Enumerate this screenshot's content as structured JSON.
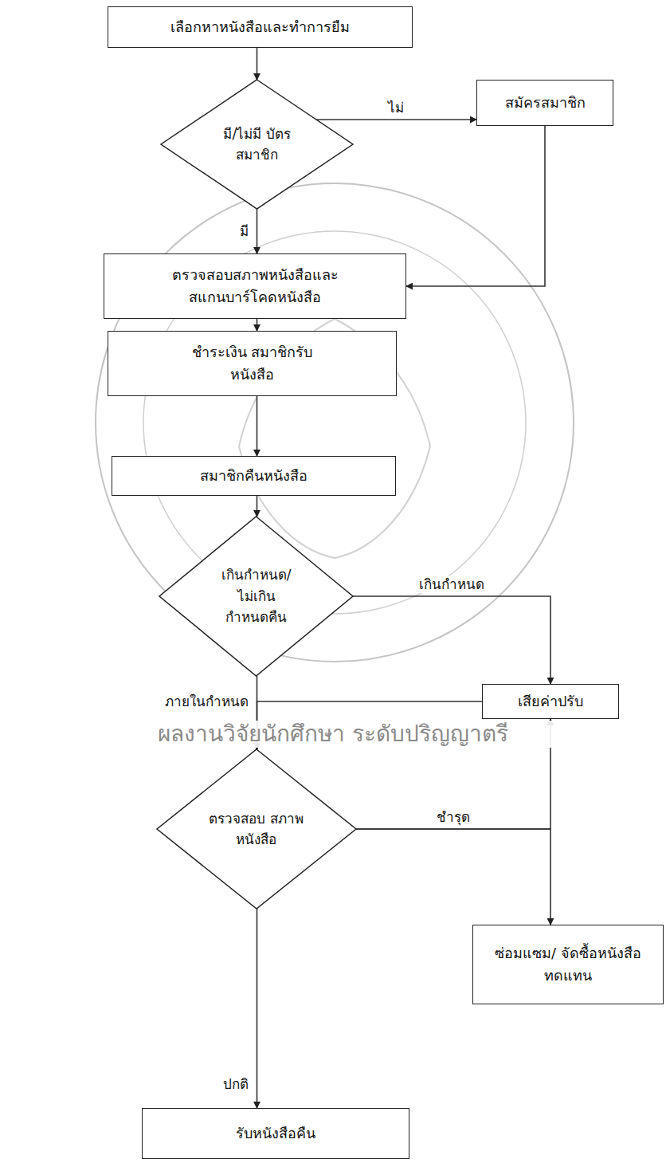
{
  "diagram": {
    "nodes": [
      {
        "text": [
          "เลือกหาหนังสือและทำการยืม"
        ]
      },
      {
        "text": [
          "มี/ไม่มี บัตรสมาชิก"
        ]
      },
      {
        "text": [
          "สมัครสมาชิก"
        ]
      },
      {
        "text": [
          "ตรวจสอบสภาพหนังสือและ สแกนบาร์โคดหนังสือ"
        ]
      },
      {
        "text": [
          "ชำระเงิน สมาชิกรับหนังสือ"
        ]
      },
      {
        "text": [
          "สมาชิกคืนหนังสือ"
        ]
      },
      {
        "text": [
          "เกินกำหนด/ ไม่เกิน กำหนดคืน"
        ]
      },
      {
        "text": [
          "เสียค่าปรับ"
        ]
      },
      {
        "text": [
          "ตรวจสอบ สภาพหนังสือ"
        ]
      },
      {
        "text": [
          "ซ่อมแซม/ จัดซื้อหนังสือทดแทน"
        ]
      },
      {
        "text": [
          "รับหนังสือคืน"
        ]
      }
    ],
    "edges": [
      {
        "from": 0,
        "to": 1,
        "arrow": "to"
      },
      {
        "from": 1,
        "to": 2,
        "label": "ไม่",
        "arrow": "to"
      },
      {
        "from": 1,
        "to": 3,
        "label": "มี",
        "arrow": "to"
      },
      {
        "from": 2,
        "to": 3,
        "arrow": "to"
      },
      {
        "from": 3,
        "to": 4,
        "arrow": "to"
      },
      {
        "from": 4,
        "to": 5,
        "arrow": "to"
      },
      {
        "from": 5,
        "to": 6,
        "arrow": "to"
      },
      {
        "from": 6,
        "to": 7,
        "label": "เกินกำหนด",
        "arrow": "to"
      },
      {
        "from": 6,
        "to": 8,
        "label": "ภายในกำหนด",
        "arrow": "to"
      },
      {
        "from": 7,
        "to": 8,
        "arrow": "to"
      },
      {
        "from": 8,
        "to": 7,
        "label": "ชำรุด",
        "arrow": "to"
      },
      {
        "from": 8,
        "to": 9,
        "arrow": "to"
      },
      {
        "from": 8,
        "to": 10,
        "label": "ปกติ",
        "arrow": "to"
      }
    ],
    "labels": [
      "ผลงานวิจัยนักศึกษา ระดับปริญญาตรี"
    ]
  }
}
